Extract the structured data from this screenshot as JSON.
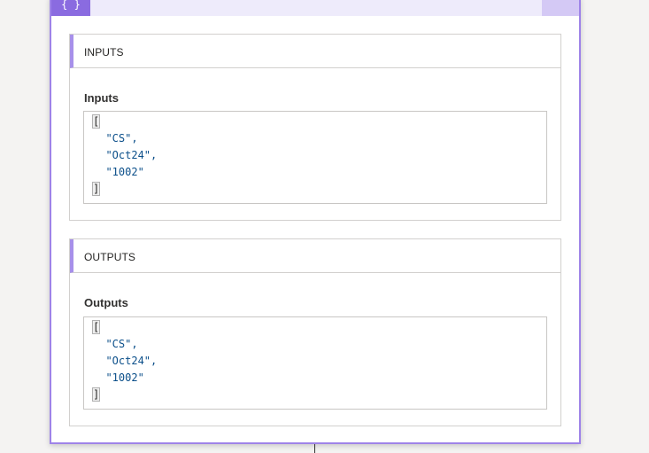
{
  "card": {
    "header_icon": "{ }",
    "inputs": {
      "section_title": "INPUTS",
      "field_label": "Inputs",
      "code_lines": [
        "[",
        "  \"CS\",",
        "  \"Oct24\",",
        "  \"1002\"",
        "]"
      ]
    },
    "outputs": {
      "section_title": "OUTPUTS",
      "field_label": "Outputs",
      "code_lines": [
        "[",
        "  \"CS\",",
        "  \"Oct24\",",
        "  \"1002\"",
        "]"
      ]
    }
  },
  "colors": {
    "accent": "#8a6be0",
    "card_border": "#9e83e8",
    "header_bg": "#eeebfb",
    "string_value": "#0b4f8a"
  }
}
